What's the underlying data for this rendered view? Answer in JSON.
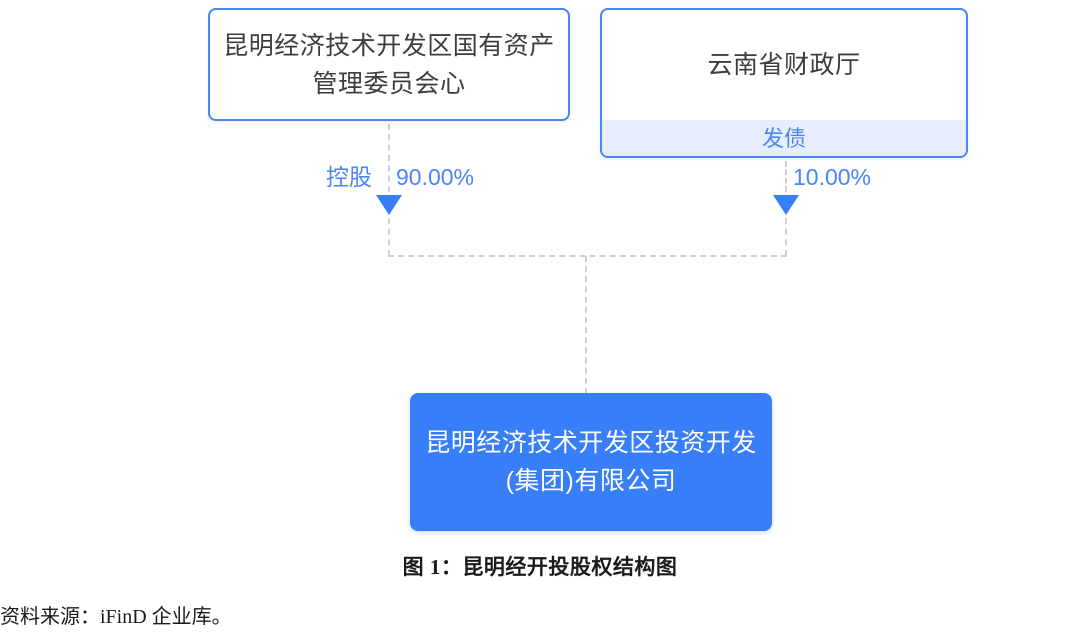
{
  "figure": {
    "caption": "图 1：昆明经开投股权结构图",
    "source_note": "资料来源：iFinD 企业库。"
  },
  "colors": {
    "accent_blue": "#377ef8",
    "border_blue": "#4a86f7",
    "footer_band": "#e7edfc",
    "dashed_line": "#c9cfdd",
    "node_text": "#3d3d3d",
    "filled_node_text": "#ffffff"
  },
  "nodes": {
    "parent_left": {
      "title": "昆明经济技术开发区国有资产管理委员会心",
      "style": "outline"
    },
    "parent_right": {
      "title": "云南省财政厅",
      "footer": "发债",
      "style": "outline-with-footer"
    },
    "subject": {
      "title": "昆明经济技术开发区投资开发(集团)有限公司",
      "style": "filled"
    }
  },
  "edges": [
    {
      "from": "parent_left",
      "to": "subject",
      "relation": "控股",
      "percent": "90.00%",
      "arrow": "down-triangle"
    },
    {
      "from": "parent_right",
      "to": "subject",
      "relation": "",
      "percent": "10.00%",
      "arrow": "down-triangle"
    }
  ]
}
